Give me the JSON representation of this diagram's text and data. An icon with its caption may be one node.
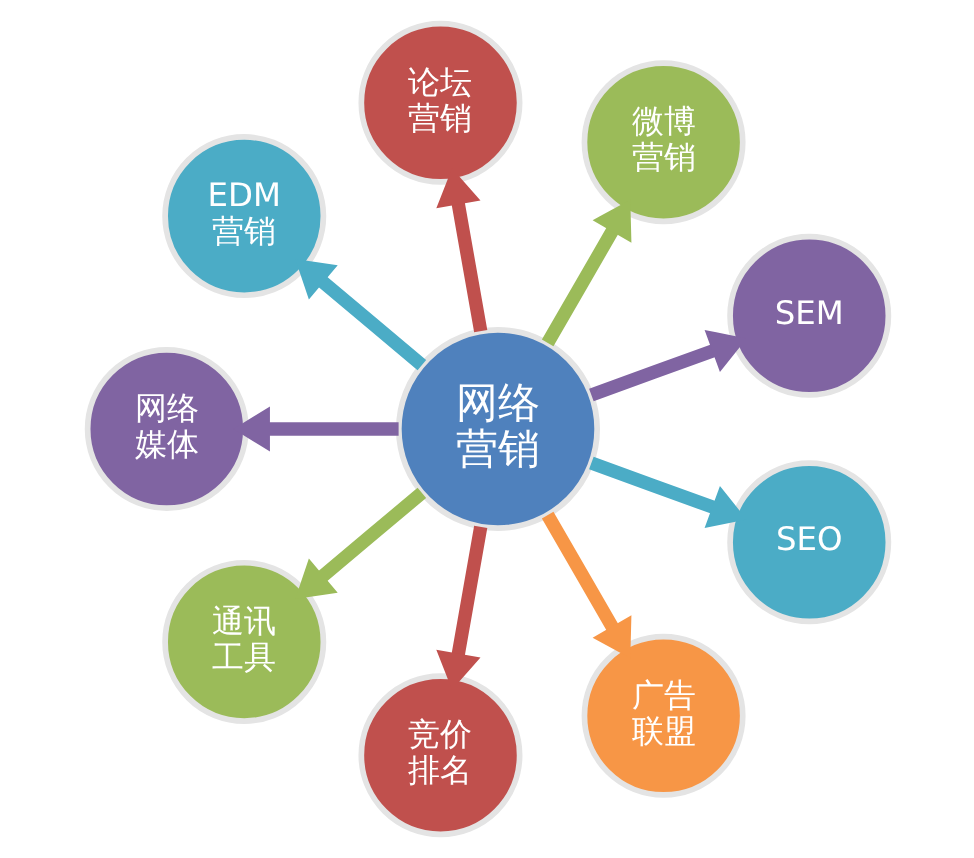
{
  "diagram": {
    "nodes": [
      {
        "text": [
          "网络营销"
        ]
      },
      {
        "text": [
          "论坛营销"
        ]
      },
      {
        "text": [
          "微博营销"
        ]
      },
      {
        "text": [
          "SEM"
        ]
      },
      {
        "text": [
          "SEO"
        ]
      },
      {
        "text": [
          "广告联盟"
        ]
      },
      {
        "text": [
          "竞价排名"
        ]
      },
      {
        "text": [
          "通讯工具"
        ]
      },
      {
        "text": [
          "网络媒体"
        ]
      },
      {
        "text": [
          "EDM营销"
        ]
      }
    ],
    "edges": [
      {
        "from": 0,
        "to": 1,
        "arrow": "to",
        "color": "#c0504d"
      },
      {
        "from": 0,
        "to": 2,
        "arrow": "to",
        "color": "#9bbb59"
      },
      {
        "from": 0,
        "to": 3,
        "arrow": "to",
        "color": "#8064a2"
      },
      {
        "from": 0,
        "to": 4,
        "arrow": "to",
        "color": "#4bacc6"
      },
      {
        "from": 0,
        "to": 5,
        "arrow": "to",
        "color": "#f79646"
      },
      {
        "from": 0,
        "to": 6,
        "arrow": "to",
        "color": "#c0504d"
      },
      {
        "from": 0,
        "to": 7,
        "arrow": "to",
        "color": "#9bbb59"
      },
      {
        "from": 0,
        "to": 8,
        "arrow": "to",
        "color": "#8064a2"
      },
      {
        "from": 0,
        "to": 9,
        "arrow": "to",
        "color": "#4bacc6"
      }
    ]
  }
}
